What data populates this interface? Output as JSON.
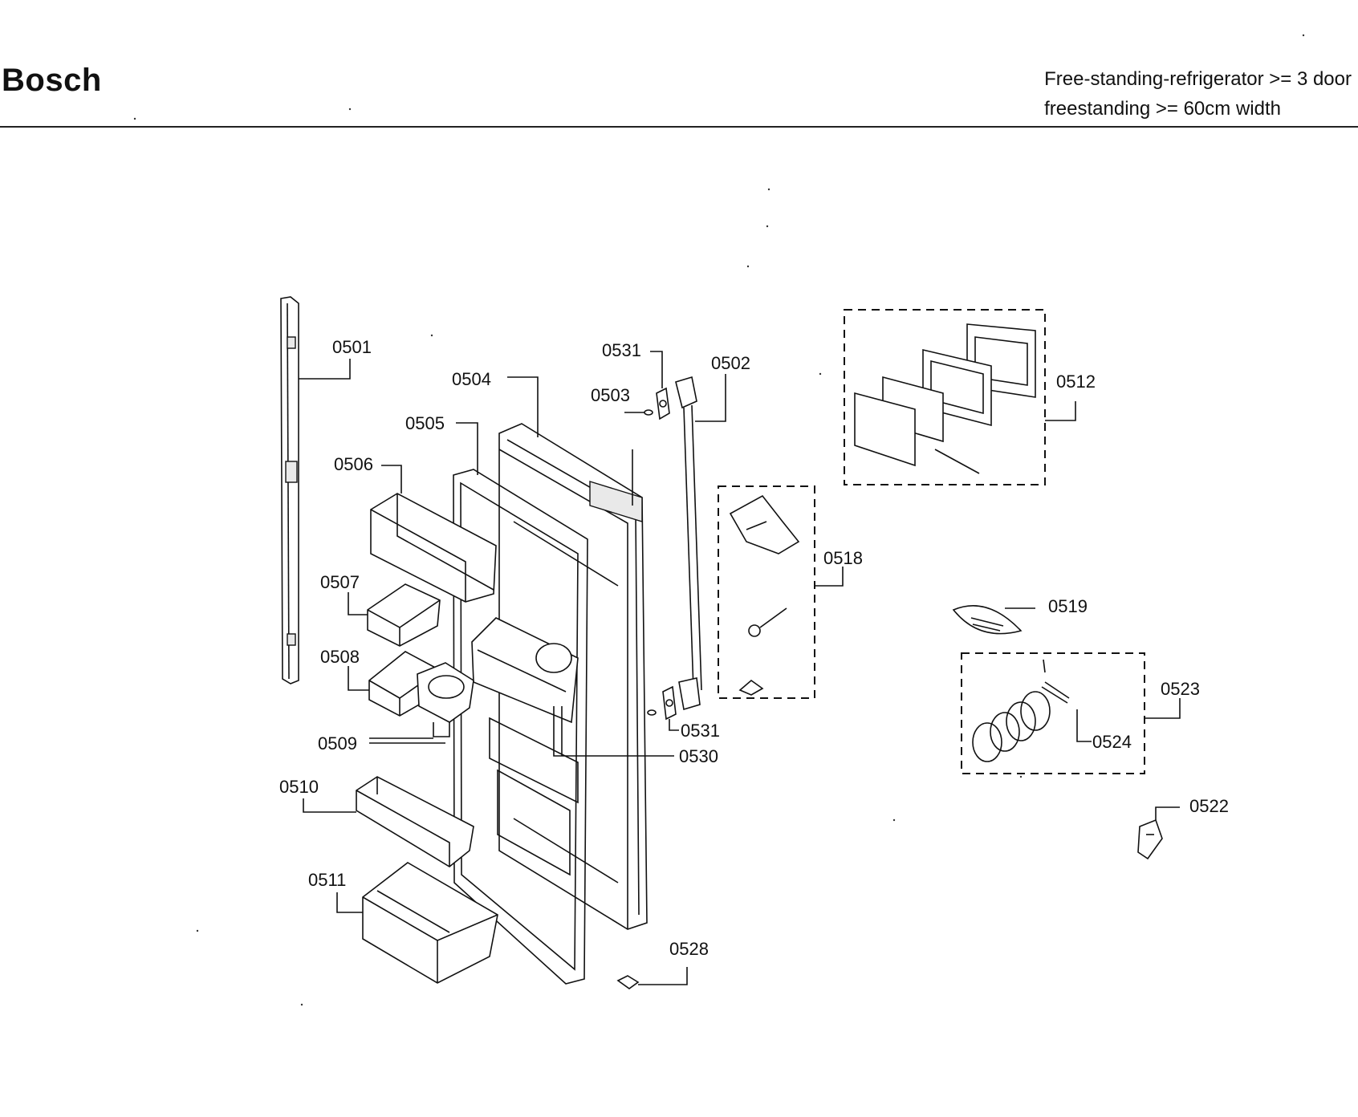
{
  "header": {
    "brand": "Bosch",
    "category_line1": "Free-standing-refrigerator >= 3 door",
    "category_line2": "freestanding >= 60cm width"
  },
  "parts": {
    "p0501": "0501",
    "p0502": "0502",
    "p0503": "0503",
    "p0504": "0504",
    "p0505": "0505",
    "p0506": "0506",
    "p0507": "0507",
    "p0508": "0508",
    "p0509": "0509",
    "p0510": "0510",
    "p0511": "0511",
    "p0512": "0512",
    "p0518": "0518",
    "p0519": "0519",
    "p0522": "0522",
    "p0523": "0523",
    "p0524": "0524",
    "p0528": "0528",
    "p0530": "0530",
    "p0531_top": "0531",
    "p0531_bottom": "0531"
  }
}
